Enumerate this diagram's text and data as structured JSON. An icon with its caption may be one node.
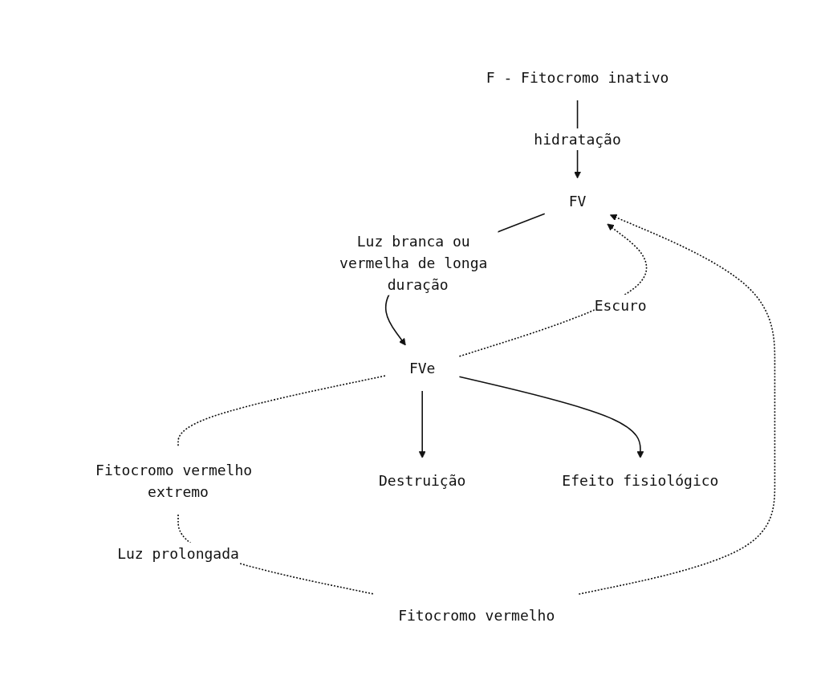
{
  "diagram": {
    "nodes": [
      {
        "text": [
          "F - Fitocromo inativo"
        ]
      },
      {
        "text": [
          "FV"
        ]
      },
      {
        "text": [
          "Fitocromo vermelho"
        ]
      },
      {
        "text": [
          "FVe"
        ]
      },
      {
        "text": [
          "Fitocromo vermelho extremo"
        ]
      },
      {
        "text": [
          "Destruição"
        ]
      },
      {
        "text": [
          "Efeito fisiológico"
        ]
      }
    ],
    "edges": [
      {
        "from": 0,
        "to": 1,
        "arrow": "to",
        "label": "hidratação"
      },
      {
        "from": 1,
        "to": 3,
        "arrow": "to",
        "label": "Luz branca ou vermelha de longa duração"
      },
      {
        "from": 3,
        "to": 1,
        "arrow": "to",
        "label": "Escuro",
        "style": "dashed"
      },
      {
        "from": 2,
        "to": 1,
        "arrow": "to",
        "style": "dashed"
      },
      {
        "from": 4,
        "to": 2,
        "arrow": "none",
        "label": "Luz prolongada",
        "style": "dashed"
      },
      {
        "from": 3,
        "to": 4,
        "arrow": "none",
        "style": "dashed"
      },
      {
        "from": 3,
        "to": 5,
        "arrow": "to"
      },
      {
        "from": 3,
        "to": 6,
        "arrow": "to"
      }
    ]
  }
}
